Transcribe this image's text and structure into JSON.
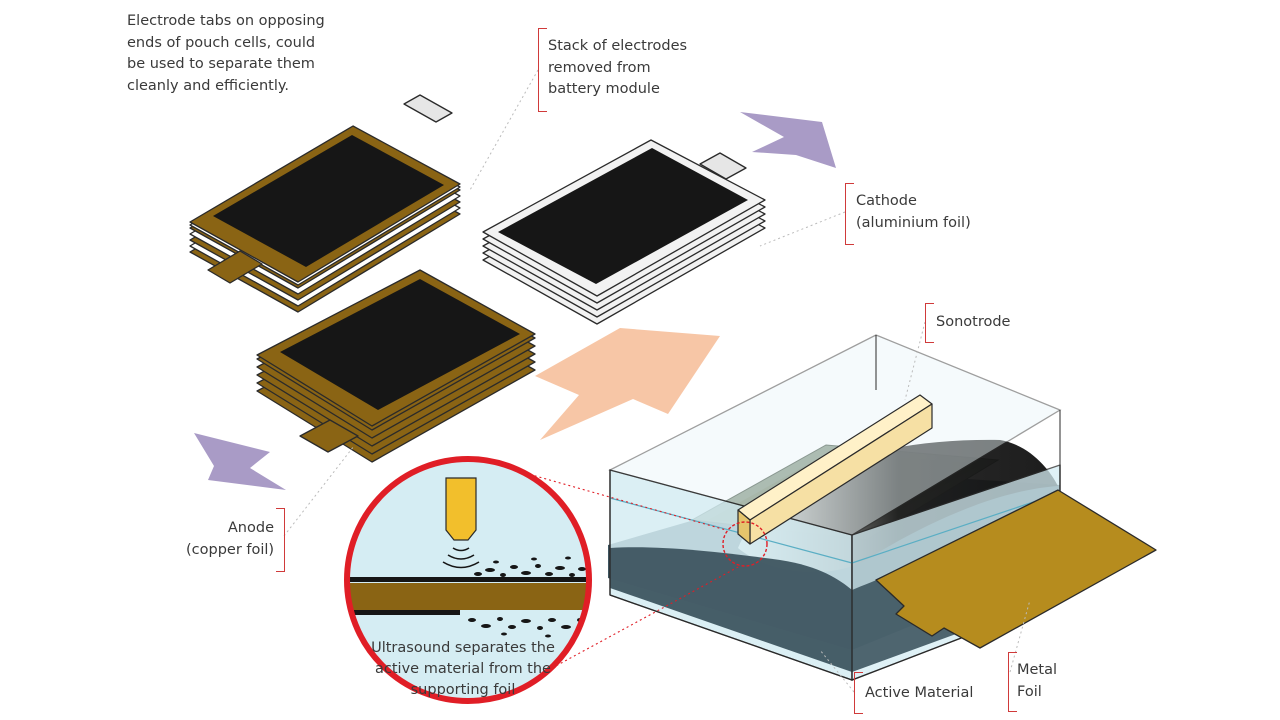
{
  "labels": {
    "tabs_note": [
      "Electrode tabs on opposing",
      "ends of pouch cells, could",
      "be used to separate them",
      "cleanly and efficiently."
    ],
    "stack_note": [
      "Stack of electrodes",
      "removed from",
      "battery module"
    ],
    "cathode": [
      "Cathode",
      "(aluminium foil)"
    ],
    "anode": [
      "Anode",
      "(copper foil)"
    ],
    "sonotrode": "Sonotrode",
    "active_material": "Active Material",
    "metal_foil": [
      "Metal",
      "Foil"
    ],
    "ultrasound_note": [
      "Ultrasound separates the",
      "active material from the",
      "supporting foil"
    ]
  },
  "colors": {
    "foil_gold": "#8a6414",
    "active_black": "#161616",
    "cathode_white": "#f2f2f2",
    "arrow_purple": "#a99bc6",
    "arrow_peach": "#f7c6a6",
    "water": "#d5edf3",
    "slurry": "#3e5560",
    "sonotrode_bar": "#f6e0a4",
    "metal_foil": "#b68c1e",
    "bracket_red": "#d03a3a",
    "magnify_red": "#e01e26"
  }
}
